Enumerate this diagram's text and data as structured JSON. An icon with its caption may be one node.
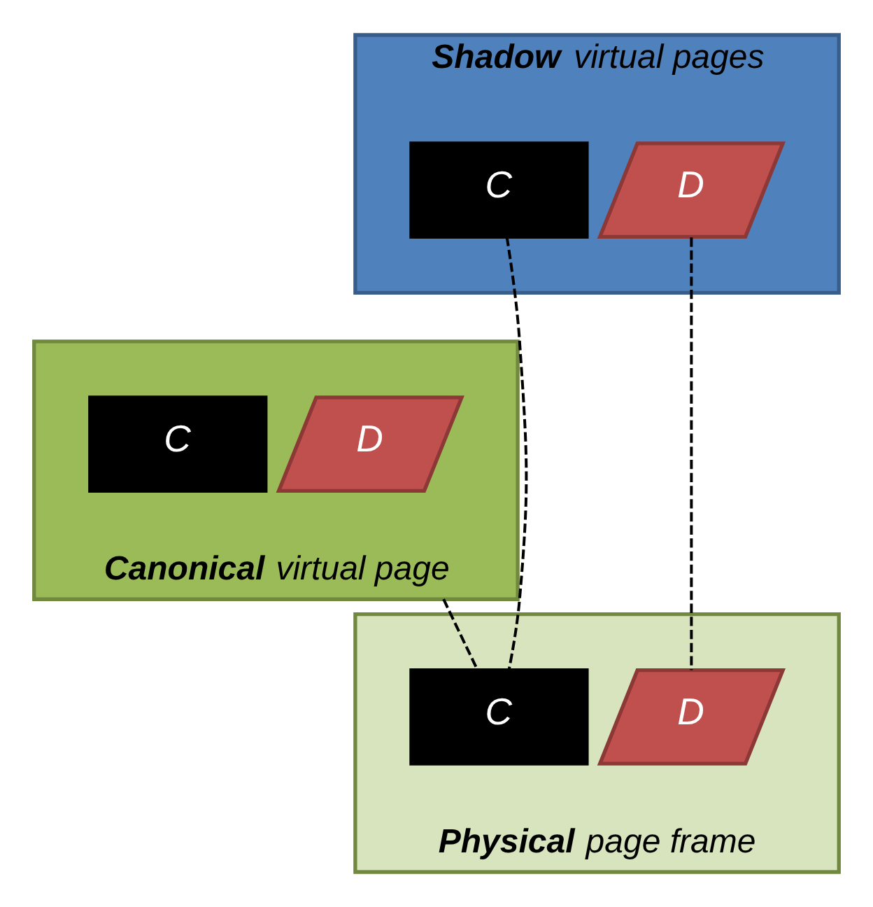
{
  "diagram": {
    "nodes": [
      {
        "text": [
          "**Shadow** virtual pages"
        ]
      },
      {
        "text": [
          "C"
        ],
        "in": 0
      },
      {
        "text": [
          "D"
        ],
        "in": 0
      },
      {
        "text": [
          "**Canonical** virtual page"
        ]
      },
      {
        "text": [
          "C"
        ],
        "in": 3
      },
      {
        "text": [
          "D"
        ],
        "in": 3
      },
      {
        "text": [
          "**Physical** page frame"
        ]
      },
      {
        "text": [
          "C"
        ],
        "in": 6
      },
      {
        "text": [
          "D"
        ],
        "in": 6
      }
    ],
    "edges": [
      {
        "from": 3,
        "to": 7,
        "arrow": "none",
        "style": "dashed"
      },
      {
        "from": 1,
        "to": 7,
        "arrow": "none",
        "style": "dashed"
      },
      {
        "from": 2,
        "to": 8,
        "arrow": "none",
        "style": "dashed"
      }
    ]
  }
}
